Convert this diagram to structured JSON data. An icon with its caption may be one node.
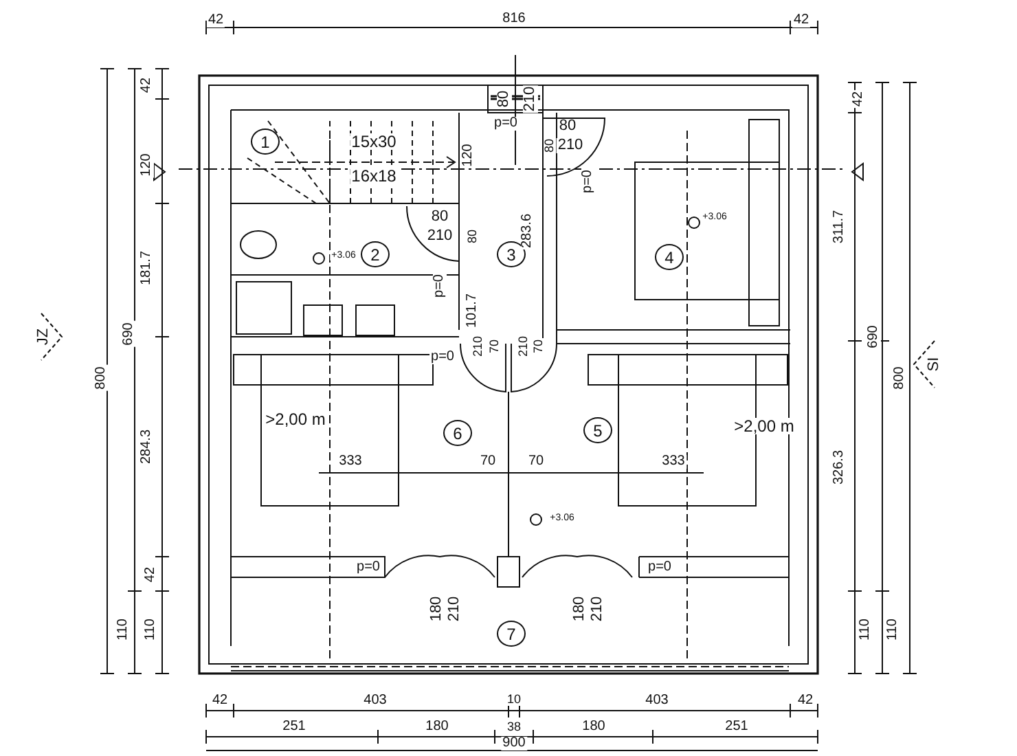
{
  "diagram": {
    "labels": [
      "42",
      "816",
      "42",
      "80",
      "210",
      "42",
      "42",
      "1",
      "15x30",
      "16x18",
      "120",
      "120",
      "p=0",
      "80",
      "80",
      "210",
      "p=0",
      "80",
      "210",
      "80",
      "+3.06",
      "2",
      "3",
      "283.6",
      "+3.06",
      "4",
      "181.7",
      "311.7",
      "p=0",
      "101.7",
      "JZ",
      "690",
      "800",
      "690",
      "800",
      "SI",
      "p=0",
      "210",
      "70",
      "210",
      "70",
      ">2,00 m",
      ">2,00 m",
      "6",
      "5",
      "284.3",
      "326.3",
      "333",
      "70",
      "70",
      "333",
      "+3.06",
      "42",
      "p=0",
      "p=0",
      "180",
      "210",
      "7",
      "180",
      "210",
      "110",
      "110",
      "110",
      "110",
      "42",
      "403",
      "10",
      "403",
      "42",
      "251",
      "180",
      "38",
      "180",
      "251",
      "900"
    ]
  }
}
